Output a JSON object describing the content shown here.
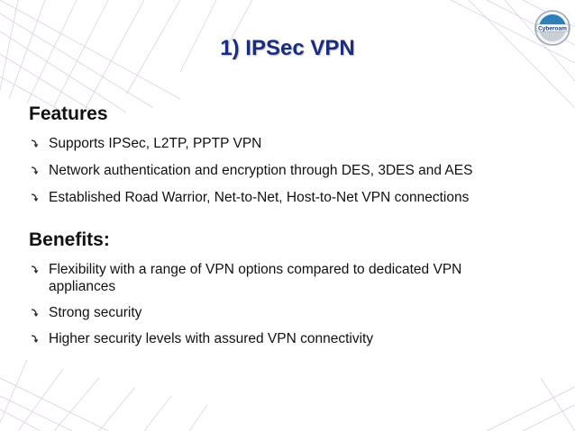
{
  "slide": {
    "title": "1) IPSec VPN",
    "logo_text": "Cyberoam",
    "sections": [
      {
        "heading": "Features",
        "items": [
          "Supports IPSec, L2TP, PPTP VPN",
          "Network authentication and encryption through DES, 3DES and AES",
          "Established Road Warrior, Net-to-Net, Host-to-Net VPN connections"
        ]
      },
      {
        "heading": "Benefits:",
        "items": [
          "Flexibility with a range of VPN options compared to dedicated VPN appliances",
          "Strong security",
          "Higher security levels with assured VPN connectivity"
        ]
      }
    ]
  },
  "colors": {
    "title": "#1c2e7a",
    "decor": "#d9c6e0",
    "bullet": "#2a2a2a"
  },
  "icons": {
    "bullet": "curved-arrow-bullet-icon",
    "logo": "cyberoam-logo-icon"
  }
}
